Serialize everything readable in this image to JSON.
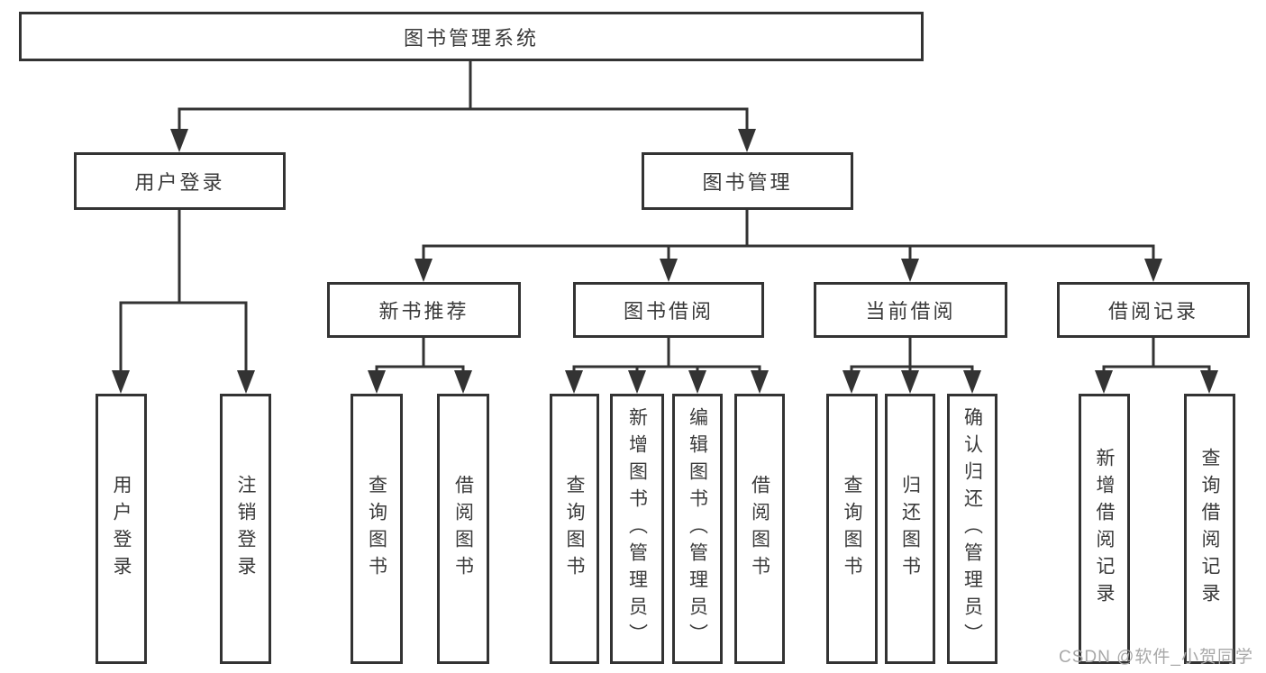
{
  "colors": {
    "line": "#333333",
    "border": "#333333",
    "text": "#3a3a3a",
    "watermark": "#a8a8a8",
    "background": "#ffffff"
  },
  "watermark": {
    "text": "CSDN @软件_小贺同学"
  },
  "tree": {
    "root": {
      "label": "图书管理系统"
    },
    "branches": [
      {
        "label": "用户登录",
        "children": [
          {
            "label": "用户登录"
          },
          {
            "label": "注销登录"
          }
        ]
      },
      {
        "label": "图书管理",
        "children": [
          {
            "label": "新书推荐",
            "children": [
              {
                "label": "查询图书"
              },
              {
                "label": "借阅图书"
              }
            ]
          },
          {
            "label": "图书借阅",
            "children": [
              {
                "label": "查询图书"
              },
              {
                "label": "新增图书（管理员）"
              },
              {
                "label": "编辑图书（管理员）"
              },
              {
                "label": "借阅图书"
              }
            ]
          },
          {
            "label": "当前借阅",
            "children": [
              {
                "label": "查询图书"
              },
              {
                "label": "归还图书"
              },
              {
                "label": "确认归还（管理员）"
              }
            ]
          },
          {
            "label": "借阅记录",
            "children": [
              {
                "label": "新增借阅记录"
              },
              {
                "label": "查询借阅记录"
              }
            ]
          }
        ]
      }
    ]
  }
}
